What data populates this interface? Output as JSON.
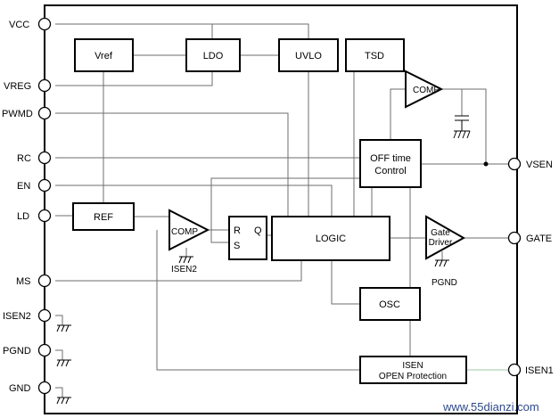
{
  "pins_left": [
    "VCC",
    "VREG",
    "PWMD",
    "RC",
    "EN",
    "LD",
    "MS",
    "ISEN2",
    "PGND",
    "GND"
  ],
  "pins_right": [
    "VSEN",
    "GATE",
    "ISEN1"
  ],
  "blocks": {
    "vref": "Vref",
    "ldo": "LDO",
    "uvlo": "UVLO",
    "tsd": "TSD",
    "comp_top": "COMP",
    "off_time_1": "OFF time",
    "off_time_2": "Control",
    "ref": "REF",
    "comp_mid": "COMP",
    "isen2_label": "ISEN2",
    "latch_r": "R",
    "latch_s": "S",
    "latch_q": "Q",
    "logic": "LOGIC",
    "gate_driver_1": "Gate",
    "gate_driver_2": "Driver",
    "pgnd_label": "PGND",
    "osc": "OSC",
    "isen_1": "ISEN",
    "isen_2": "OPEN Protection"
  },
  "watermark": "www.55dianzi.com"
}
